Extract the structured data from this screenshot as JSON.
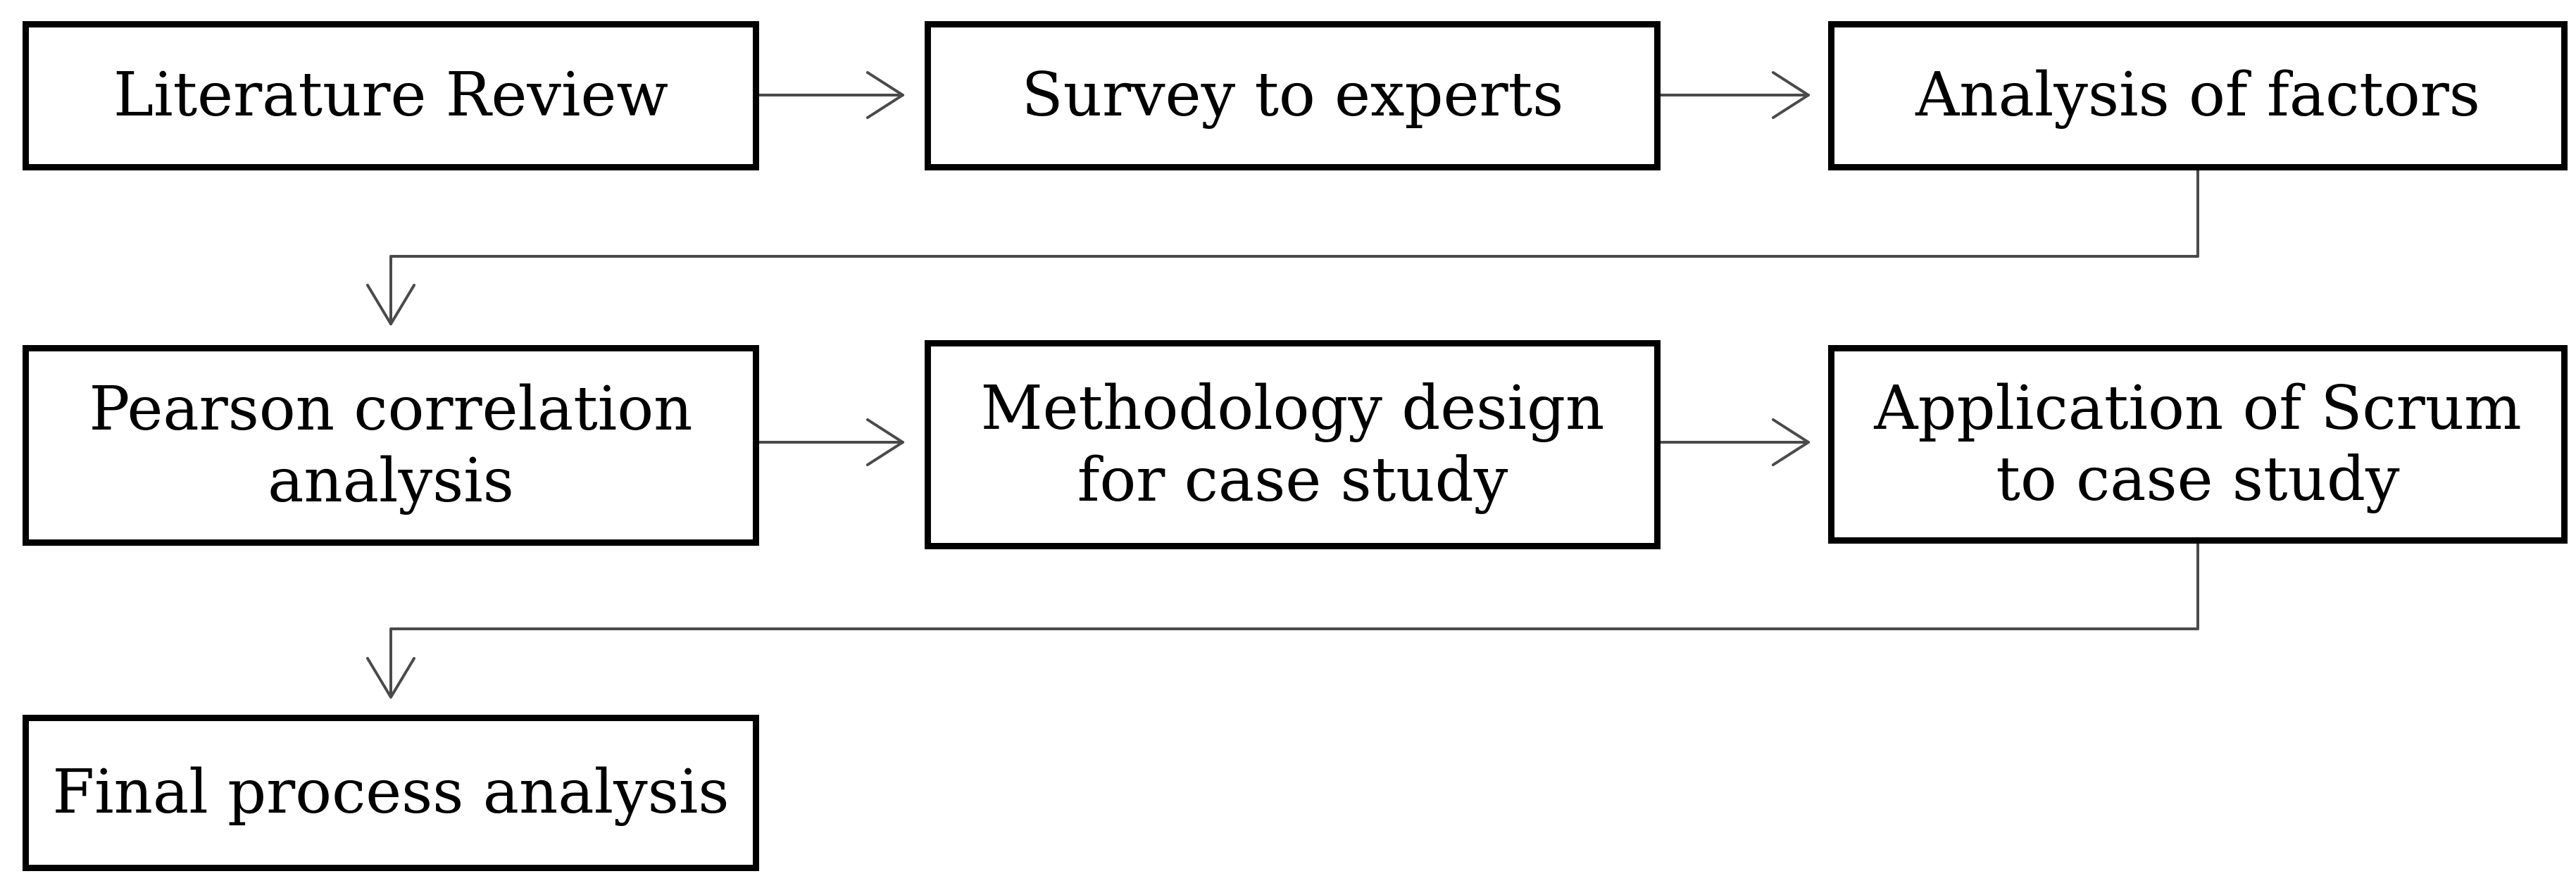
{
  "diagram": {
    "steps": [
      {
        "id": "literature-review",
        "label": "Literature Review"
      },
      {
        "id": "survey-to-experts",
        "label": "Survey to experts"
      },
      {
        "id": "analysis-of-factors",
        "label": "Analysis of factors"
      },
      {
        "id": "pearson-correlation-analysis",
        "label": "Pearson correlation\nanalysis"
      },
      {
        "id": "methodology-design",
        "label": "Methodology design\nfor case study"
      },
      {
        "id": "application-of-scrum",
        "label": "Application of Scrum\nto case study"
      },
      {
        "id": "final-process-analysis",
        "label": "Final process analysis"
      }
    ],
    "flow": [
      [
        "literature-review",
        "survey-to-experts"
      ],
      [
        "survey-to-experts",
        "analysis-of-factors"
      ],
      [
        "analysis-of-factors",
        "pearson-correlation-analysis"
      ],
      [
        "pearson-correlation-analysis",
        "methodology-design"
      ],
      [
        "methodology-design",
        "application-of-scrum"
      ],
      [
        "application-of-scrum",
        "final-process-analysis"
      ]
    ]
  }
}
